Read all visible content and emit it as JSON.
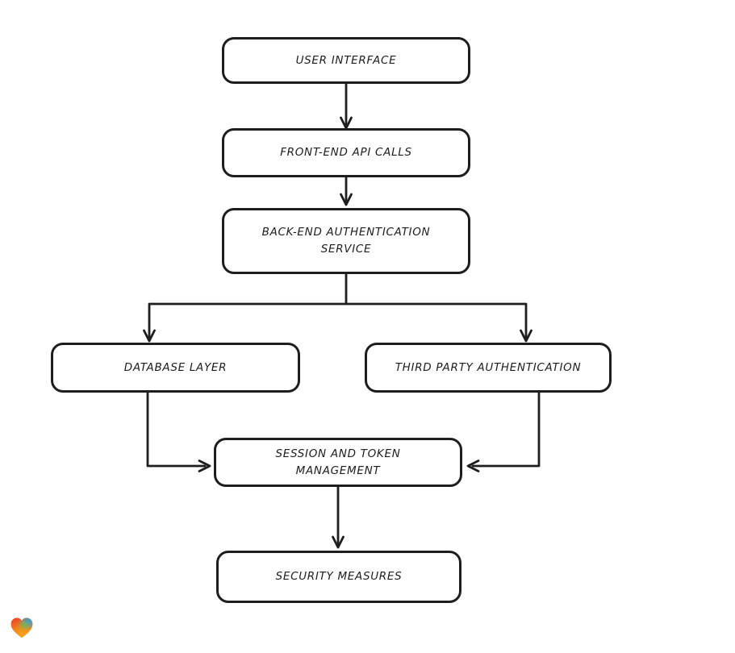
{
  "nodes": {
    "user_interface": {
      "label": "USER INTERFACE"
    },
    "front_end_api_calls": {
      "label": "FRONT-END API CALLS"
    },
    "back_end_authentication_service": {
      "label": "BACK-END AUTHENTICATION SERVICE"
    },
    "database_layer": {
      "label": "DATABASE LAYER"
    },
    "third_party_authentication": {
      "label": "THIRD PARTY AUTHENTICATION"
    },
    "session_and_token_management": {
      "label": "SESSION AND TOKEN MANAGEMENT"
    },
    "security_measures": {
      "label": "SECURITY MEASURES"
    }
  },
  "edges": [
    {
      "from": "user_interface",
      "to": "front_end_api_calls"
    },
    {
      "from": "front_end_api_calls",
      "to": "back_end_authentication_service"
    },
    {
      "from": "back_end_authentication_service",
      "to": "database_layer"
    },
    {
      "from": "back_end_authentication_service",
      "to": "third_party_authentication"
    },
    {
      "from": "database_layer",
      "to": "session_and_token_management"
    },
    {
      "from": "third_party_authentication",
      "to": "session_and_token_management"
    },
    {
      "from": "session_and_token_management",
      "to": "security_measures"
    }
  ],
  "colors": {
    "stroke": "#1e1e1e",
    "node_fill": "#ffffff",
    "background": "#ffffff",
    "heart_red": "#e8402a",
    "heart_blue": "#2aa5e0",
    "heart_green": "#6fbf4c",
    "heart_orange": "#f8a01c"
  },
  "watermark": {
    "icon": "heart-logo"
  }
}
